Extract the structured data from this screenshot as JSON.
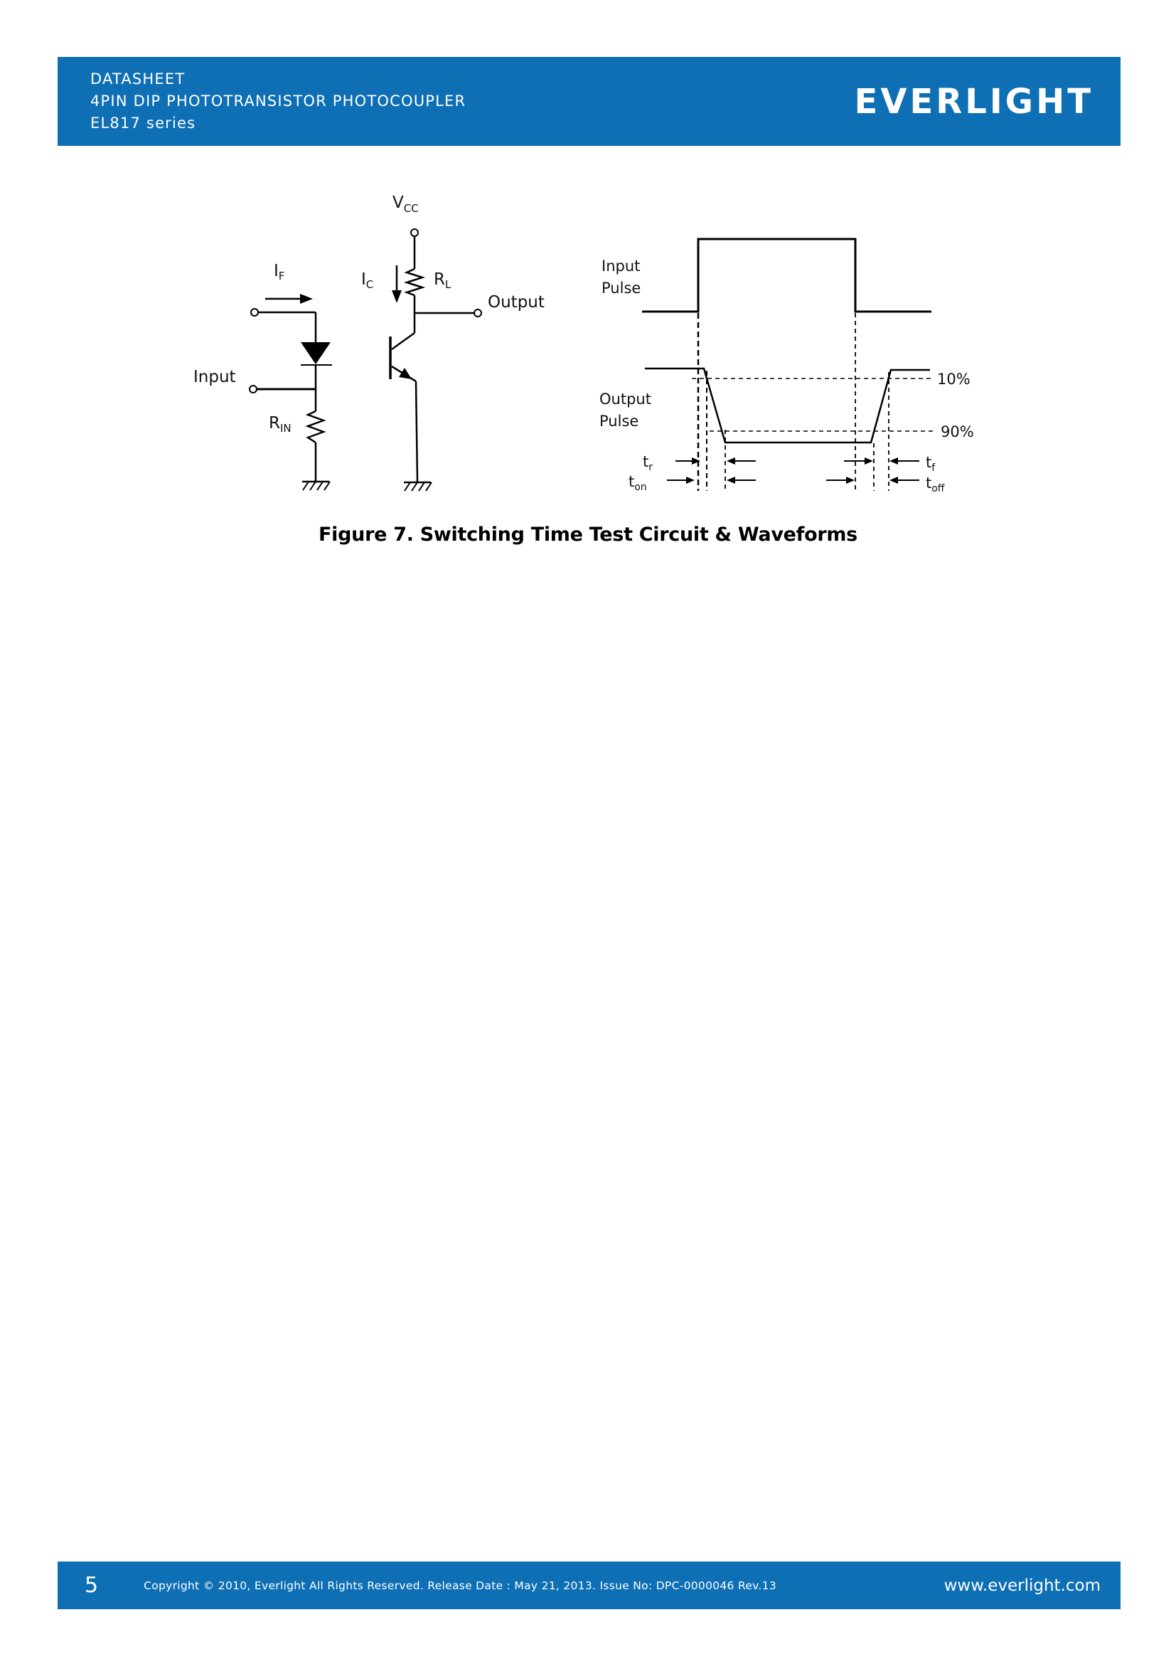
{
  "header": {
    "line1": "DATASHEET",
    "line2": "4PIN DIP PHOTOTRANSISTOR PHOTOCOUPLER",
    "line3": "EL817 series",
    "logo": "EVERLIGHT",
    "bar_color": "#0e6fb5"
  },
  "figure": {
    "caption": "Figure 7. Switching Time Test Circuit & Waveforms",
    "circuit": {
      "i_f": {
        "main": "I",
        "sub": "F"
      },
      "input_label": "Input",
      "r_in": {
        "main": "R",
        "sub": "IN"
      },
      "v_cc": {
        "main": "V",
        "sub": "CC"
      },
      "i_c": {
        "main": "I",
        "sub": "C"
      },
      "r_l": {
        "main": "R",
        "sub": "L"
      },
      "output_label": "Output"
    },
    "waveform": {
      "input_pulse_line1": "Input",
      "input_pulse_line2": "Pulse",
      "output_pulse_line1": "Output",
      "output_pulse_line2": "Pulse",
      "level_10": "10%",
      "level_90": "90%",
      "t_r": {
        "main": "t",
        "sub": "r"
      },
      "t_on": {
        "main": "t",
        "sub": "on"
      },
      "t_f": {
        "main": "t",
        "sub": "f"
      },
      "t_off": {
        "main": "t",
        "sub": "off"
      }
    }
  },
  "footer": {
    "page_number": "5",
    "copyright": "Copyright © 2010, Everlight All Rights Reserved. Release Date : May 21, 2013. Issue No: DPC-0000046 Rev.13",
    "website": "www.everlight.com"
  }
}
